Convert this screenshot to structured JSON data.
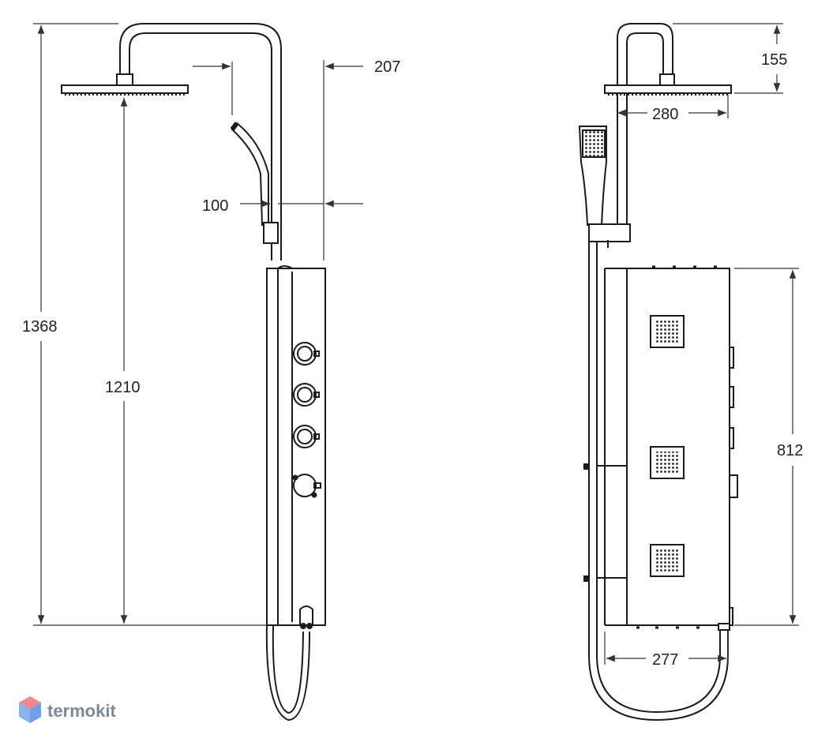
{
  "dimensions": {
    "total_height": "1368",
    "head_height": "1210",
    "arm_reach": "207",
    "column_offset": "100",
    "top_height": "155",
    "head_width": "280",
    "panel_height": "812",
    "panel_depth": "277"
  },
  "brand": {
    "name": "termokit",
    "logo_colors": [
      "#f08a8a",
      "#8ab4f0"
    ]
  },
  "colors": {
    "line": "#1a1a1a",
    "dimension": "#333333",
    "fill_dark": "#222222"
  }
}
